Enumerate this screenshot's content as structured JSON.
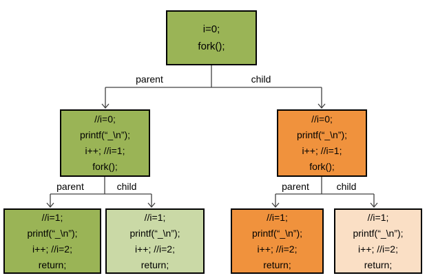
{
  "colors": {
    "green": "#9AB456",
    "light_green": "#CAD9A6",
    "orange": "#F0923D",
    "light_orange": "#FADFC5",
    "box_border": "#000000",
    "connector": "#404040",
    "text": "#000000",
    "background": "#FFFFFF"
  },
  "nodes": {
    "root": {
      "lines": [
        "i=0;",
        "fork();"
      ]
    },
    "parent": {
      "lines": [
        "//i=0;",
        "printf(“_\\n”);",
        "i++; //i=1;",
        "fork();"
      ]
    },
    "child": {
      "lines": [
        "//i=0;",
        "printf(“_\\n”);",
        "i++; //i=1;",
        "fork();"
      ]
    },
    "parent_parent": {
      "lines": [
        "//i=1;",
        "printf(“_\\n”);",
        "i++; //i=2;",
        "return;"
      ]
    },
    "parent_child": {
      "lines": [
        "//i=1;",
        "printf(“_\\n”);",
        "i++; //i=2;",
        "return;"
      ]
    },
    "child_parent": {
      "lines": [
        "//i=1;",
        "printf(“_\\n”);",
        "i++; //i=2;",
        "return;"
      ]
    },
    "child_child": {
      "lines": [
        "//i=1;",
        "printf(“_\\n”);",
        "i++; //i=2;",
        "return;"
      ]
    }
  },
  "edge_labels": {
    "level1": {
      "parent": "parent",
      "child": "child"
    },
    "left": {
      "parent": "parent",
      "child": "child"
    },
    "right": {
      "parent": "parent",
      "child": "child"
    }
  }
}
